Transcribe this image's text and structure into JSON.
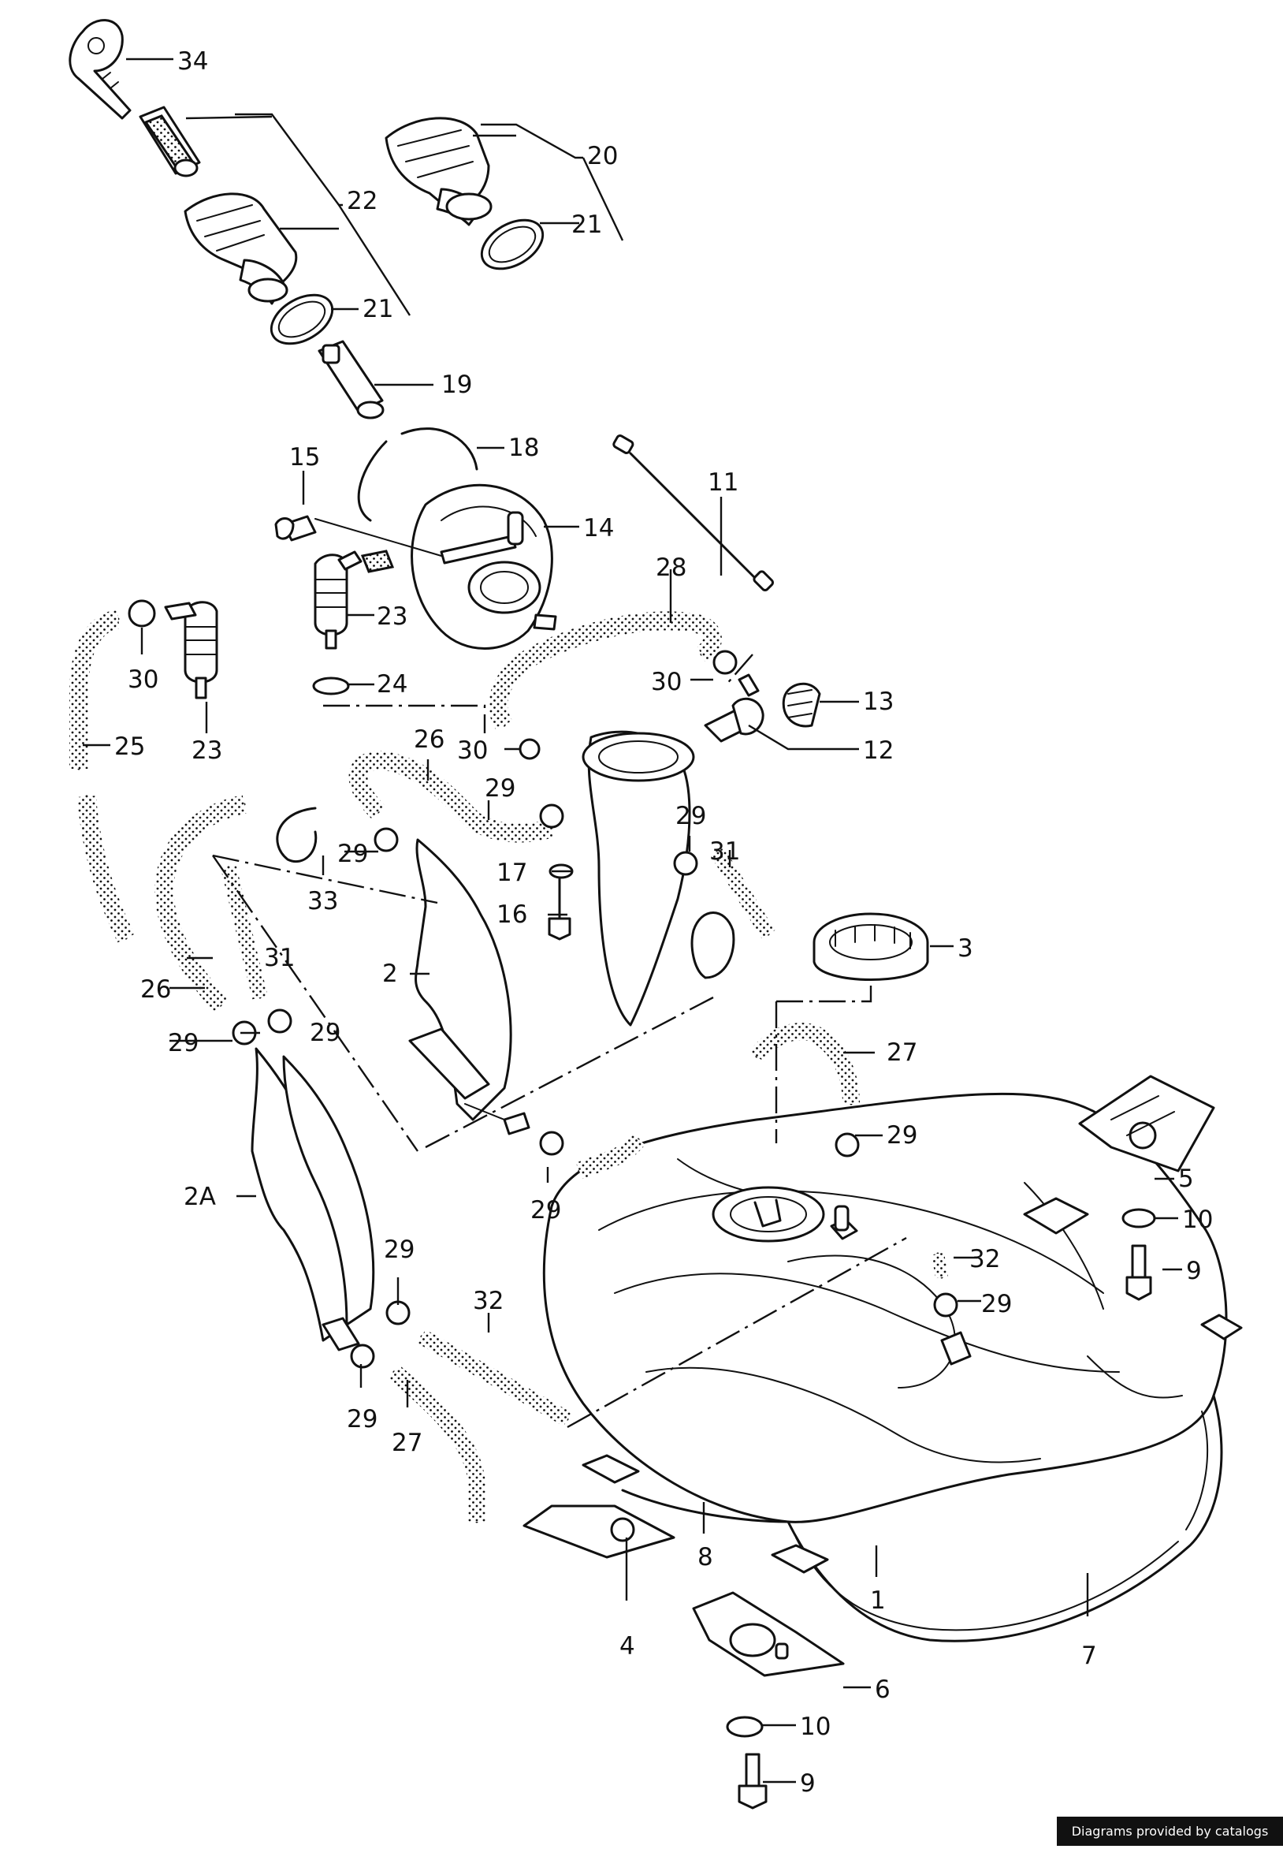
{
  "diagram": {
    "callouts": {
      "c1": "1",
      "c2": "2",
      "c2A": "2A",
      "c3": "3",
      "c4": "4",
      "c5": "5",
      "c6": "6",
      "c7": "7",
      "c8": "8",
      "c9a": "9",
      "c9b": "9",
      "c10a": "10",
      "c10b": "10",
      "c11": "11",
      "c12": "12",
      "c13": "13",
      "c14": "14",
      "c15": "15",
      "c16": "16",
      "c17": "17",
      "c18": "18",
      "c19": "19",
      "c20": "20",
      "c21a": "21",
      "c21b": "21",
      "c22": "22",
      "c23a": "23",
      "c23b": "23",
      "c24": "24",
      "c25": "25",
      "c26a": "26",
      "c26b": "26",
      "c27a": "27",
      "c27b": "27",
      "c28": "28",
      "c29a": "29",
      "c29b": "29",
      "c29c": "29",
      "c29d": "29",
      "c29e": "29",
      "c29f": "29",
      "c29g": "29",
      "c29h": "29",
      "c29i": "29",
      "c30a": "30",
      "c30b": "30",
      "c30c": "30",
      "c31a": "31",
      "c31b": "31",
      "c32a": "32",
      "c32b": "32",
      "c33": "33",
      "c34": "34"
    },
    "credit": "Diagrams provided by catalogs parts"
  }
}
